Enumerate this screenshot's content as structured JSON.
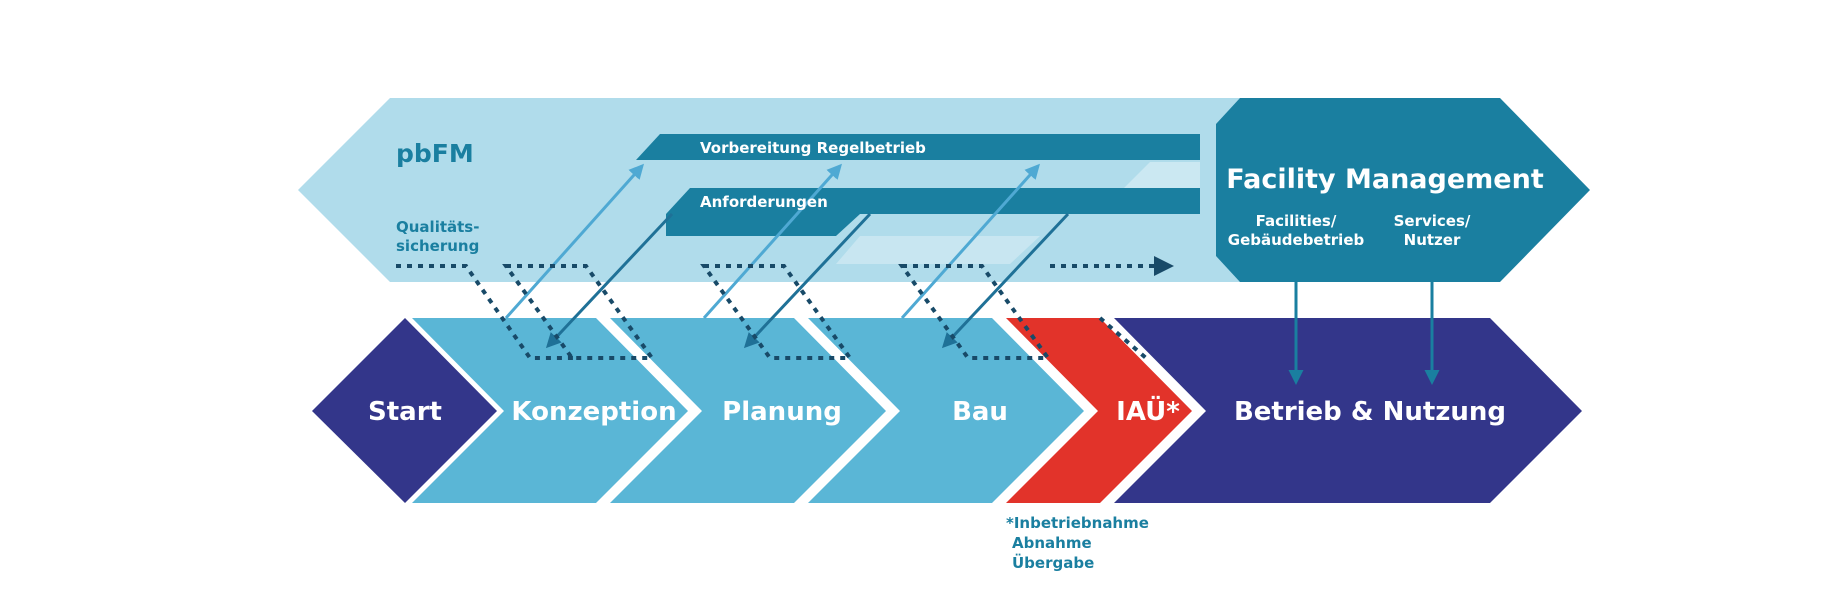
{
  "pbfm": {
    "title": "pbFM",
    "qs_line1": "Qualitäts-",
    "qs_line2": "sicherung"
  },
  "bands": {
    "regelbetrieb": "Vorbereitung Regelbetrieb",
    "anforderungen": "Anforderungen"
  },
  "facility_management": {
    "title": "Facility Management",
    "facilities_line1": "Facilities/",
    "facilities_line2": "Gebäudebetrieb",
    "services_line1": "Services/",
    "services_line2": "Nutzer"
  },
  "phases": {
    "start": "Start",
    "konzeption": "Konzeption",
    "planung": "Planung",
    "bau": "Bau",
    "iau": "IAÜ*",
    "betrieb": "Betrieb & Nutzung"
  },
  "footnote": {
    "line1": "*Inbetriebnahme",
    "line2": "Abnahme",
    "line3": "Übergabe"
  },
  "colors": {
    "light_blue": "#b0dceb",
    "mid_blue": "#5ab6d6",
    "teal": "#1a7fa0",
    "arrow_light": "#4fa9d3",
    "arrow_dark": "#1f7197",
    "navy": "#33368a",
    "red": "#e2332a",
    "dotted": "#184a68"
  }
}
